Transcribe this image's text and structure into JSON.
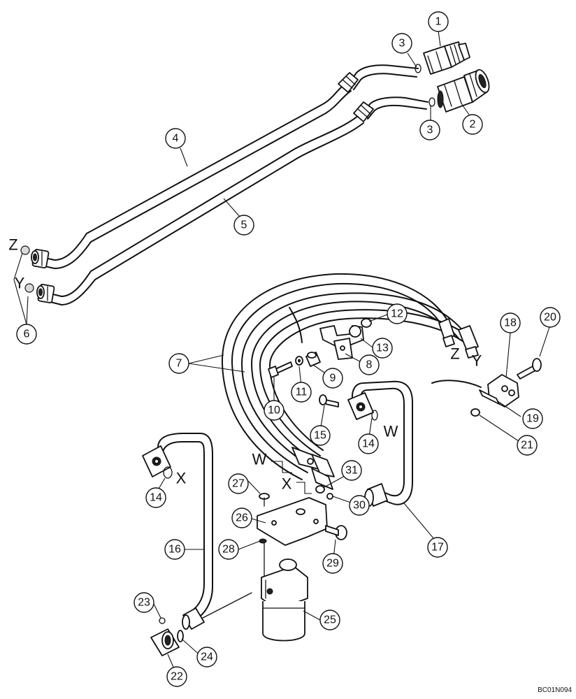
{
  "figure_code": "BC01N094",
  "callouts": [
    {
      "id": "c1",
      "label": "1"
    },
    {
      "id": "c2",
      "label": "2"
    },
    {
      "id": "c3a",
      "label": "3"
    },
    {
      "id": "c3b",
      "label": "3"
    },
    {
      "id": "c4",
      "label": "4"
    },
    {
      "id": "c5",
      "label": "5"
    },
    {
      "id": "c6",
      "label": "6"
    },
    {
      "id": "c7",
      "label": "7"
    },
    {
      "id": "c8",
      "label": "8"
    },
    {
      "id": "c9",
      "label": "9"
    },
    {
      "id": "c10",
      "label": "10"
    },
    {
      "id": "c11",
      "label": "11"
    },
    {
      "id": "c12",
      "label": "12"
    },
    {
      "id": "c13",
      "label": "13"
    },
    {
      "id": "c14a",
      "label": "14"
    },
    {
      "id": "c14b",
      "label": "14"
    },
    {
      "id": "c15",
      "label": "15"
    },
    {
      "id": "c16",
      "label": "16"
    },
    {
      "id": "c17",
      "label": "17"
    },
    {
      "id": "c18",
      "label": "18"
    },
    {
      "id": "c19",
      "label": "19"
    },
    {
      "id": "c20",
      "label": "20"
    },
    {
      "id": "c21",
      "label": "21"
    },
    {
      "id": "c22",
      "label": "22"
    },
    {
      "id": "c23",
      "label": "23"
    },
    {
      "id": "c24",
      "label": "24"
    },
    {
      "id": "c25",
      "label": "25"
    },
    {
      "id": "c26",
      "label": "26"
    },
    {
      "id": "c27",
      "label": "27"
    },
    {
      "id": "c28",
      "label": "28"
    },
    {
      "id": "c29",
      "label": "29"
    },
    {
      "id": "c30",
      "label": "30"
    },
    {
      "id": "c31",
      "label": "31"
    }
  ],
  "connection_letters": [
    {
      "id": "zL",
      "text": "Z"
    },
    {
      "id": "yL",
      "text": "Y"
    },
    {
      "id": "zR",
      "text": "Z"
    },
    {
      "id": "yR",
      "text": "Y"
    },
    {
      "id": "wA",
      "text": "W"
    },
    {
      "id": "wB",
      "text": "W"
    },
    {
      "id": "xA",
      "text": "X"
    },
    {
      "id": "xB",
      "text": "X"
    }
  ]
}
